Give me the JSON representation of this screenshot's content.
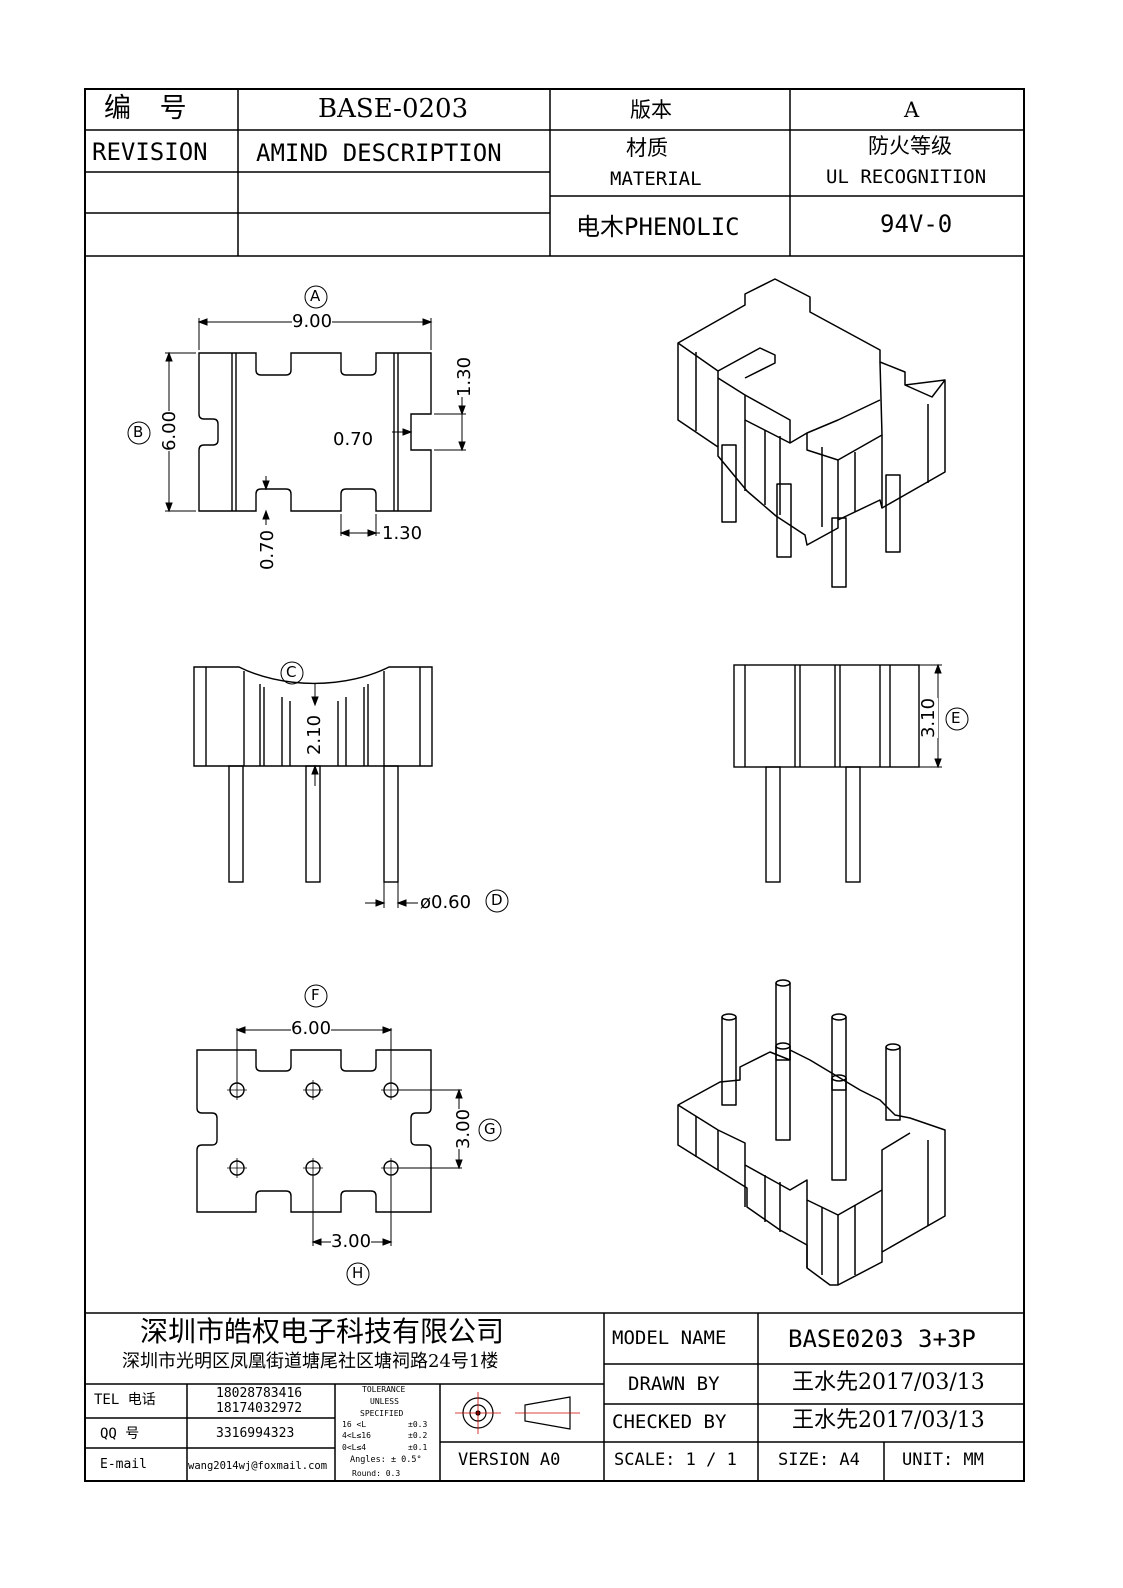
{
  "title_block": {
    "part_label": "编 号",
    "part_no": "BASE-0203",
    "version_label": "版本",
    "version_value": "A",
    "revision_label": "REVISION",
    "amind_label": "AMIND DESCRIPTION",
    "material_cn": "材质",
    "material_en": "MATERIAL",
    "ul_cn": "防火等级",
    "ul_en": "UL RECOGNITION",
    "material_value": "电木PHENOLIC",
    "ul_value": "94V-0"
  },
  "dimensions": {
    "A": "A",
    "B": "B",
    "C": "C",
    "D": "D",
    "E": "E",
    "F": "F",
    "G": "G",
    "H": "H",
    "width": "9.00",
    "height": "6.00",
    "slot_depth_right": "1.30",
    "slot_width_right": "0.70",
    "slot_depth_bottom": "0.70",
    "slot_width_bottom": "1.30",
    "arc_depth": "2.10",
    "pin_dia": "ø0.60",
    "side_height": "3.10",
    "pin_span_x": "6.00",
    "pin_pitch_y": "3.00",
    "pin_pitch_x": "3.00"
  },
  "footer": {
    "company_name": "深圳市皓权电子科技有限公司",
    "company_address": "深圳市光明区凤凰街道塘尾社区塘祠路24号1楼",
    "tel_label": "TEL 电话",
    "tel_1": "18028783416",
    "tel_2": "18174032972",
    "qq_label": "QQ 号",
    "qq_value": "3316994323",
    "email_label": "E-mail",
    "email_value": "wang2014wj@foxmail.com",
    "tol_title_1": "TOLERANCE",
    "tol_title_2": "UNLESS",
    "tol_title_3": "SPECIFIED",
    "tol_row1_range": "16 <L",
    "tol_row1_val": "±0.3",
    "tol_row2_range": "4<L≤16",
    "tol_row2_val": "±0.2",
    "tol_row3_range": "0<L≤4",
    "tol_row3_val": "±0.1",
    "tol_angles": "Angles: ± 0.5°",
    "tol_round": "Round: 0.3",
    "version": "VERSION A0",
    "model_label": "MODEL NAME",
    "model_value": "BASE0203 3+3P",
    "drawn_label": "DRAWN BY",
    "drawn_value": "王水先2017/03/13",
    "checked_label": "CHECKED BY",
    "checked_value": "王水先2017/03/13",
    "scale_label": "SCALE: 1 / 1",
    "size_label": "SIZE: A4",
    "unit_label": "UNIT: MM"
  }
}
